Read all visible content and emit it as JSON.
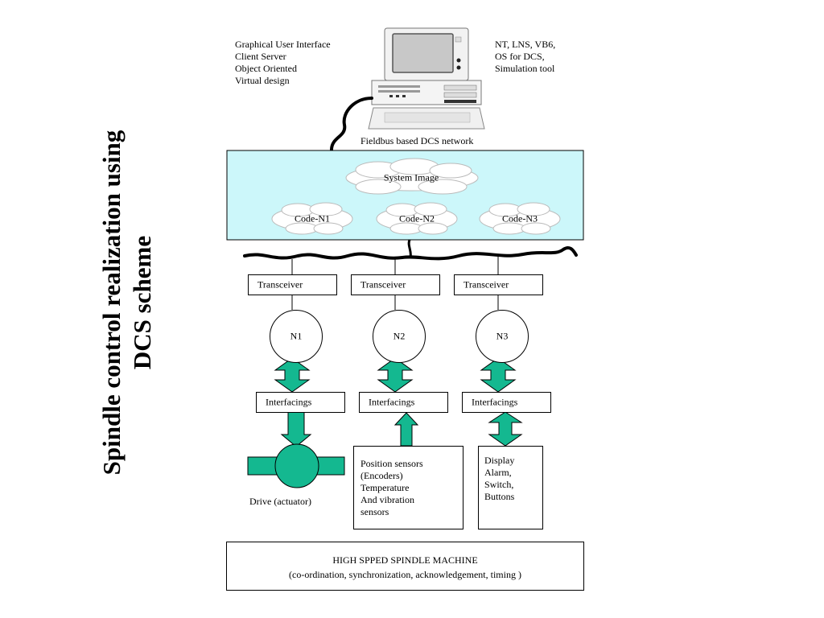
{
  "slide": {
    "title_line1": "Spindle control realization using",
    "title_line2": "DCS scheme"
  },
  "computer": {
    "left_features": [
      "Graphical User Interface",
      "Client Server",
      "Object Oriented",
      "Virtual design"
    ],
    "right_features": [
      "NT, LNS, VB6,",
      "OS for DCS,",
      "Simulation tool"
    ]
  },
  "network": {
    "label": "Fieldbus based DCS network",
    "system_image": "System Image",
    "codes": [
      "Code-N1",
      "Code-N2",
      "Code-N3"
    ]
  },
  "nodes": [
    {
      "transceiver": "Transceiver",
      "node": "N1",
      "interfacing": "Interfacings"
    },
    {
      "transceiver": "Transceiver",
      "node": "N2",
      "interfacing": "Interfacings"
    },
    {
      "transceiver": "Transceiver",
      "node": "N3",
      "interfacing": "Interfacings"
    }
  ],
  "drive": {
    "label": "Drive (actuator)"
  },
  "sensors": {
    "lines": [
      "Position sensors",
      "(Encoders)",
      "Temperature",
      "And vibration",
      "sensors"
    ]
  },
  "display": {
    "lines": [
      "Display",
      "Alarm,",
      "Switch,",
      "Buttons"
    ]
  },
  "machine": {
    "line1": "HIGH SPPED SPINDLE MACHINE",
    "line2": "(co-ordination, synchronization, acknowledgement, timing )"
  },
  "colors": {
    "network_panel": "#ccf7fa",
    "arrow_fill": "#14b890",
    "cloud_fill": "#ffffff"
  }
}
